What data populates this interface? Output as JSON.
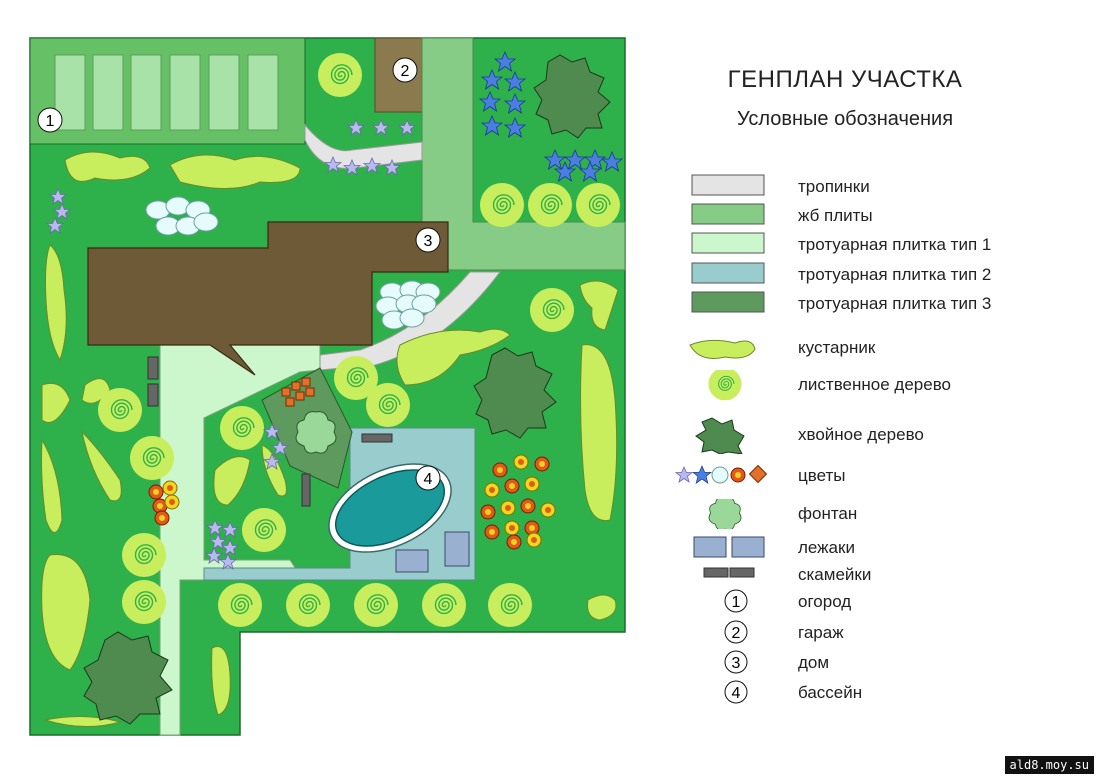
{
  "title": "ГЕНПЛАН УЧАСТКА",
  "subtitle": "Условные обозначения",
  "legend": [
    {
      "key": "paths",
      "label": "тропинки",
      "color": "#e4e4e4"
    },
    {
      "key": "slabs",
      "label": "жб плиты",
      "color": "#86cc86"
    },
    {
      "key": "tile1",
      "label": "тротуарная плитка тип 1",
      "color": "#ccf6cc"
    },
    {
      "key": "tile2",
      "label": "тротуарная плитка тип 2",
      "color": "#99cccc"
    },
    {
      "key": "tile3",
      "label": "тротуарная плитка тип 3",
      "color": "#5e9a5e"
    },
    {
      "key": "shrub",
      "label": "кустарник",
      "icon": "shrub-icon"
    },
    {
      "key": "deciduous",
      "label": "лиственное дерево",
      "icon": "deciduous-tree-icon"
    },
    {
      "key": "conifer",
      "label": "хвойное дерево",
      "icon": "conifer-tree-icon"
    },
    {
      "key": "flowers",
      "label": "цветы",
      "icon": "flowers-icon"
    },
    {
      "key": "fountain",
      "label": "фонтан",
      "icon": "fountain-icon"
    },
    {
      "key": "loungers",
      "label": "лежаки",
      "icon": "lounger-icon"
    },
    {
      "key": "benches",
      "label": "скамейки",
      "icon": "bench-icon"
    },
    {
      "key": "n1",
      "label": "огород",
      "number": "1"
    },
    {
      "key": "n2",
      "label": "гараж",
      "number": "2"
    },
    {
      "key": "n3",
      "label": "дом",
      "number": "3"
    },
    {
      "key": "n4",
      "label": "бассейн",
      "number": "4"
    }
  ],
  "map_numbers": [
    "1",
    "2",
    "3",
    "4"
  ],
  "watermark": "ald8.moy.su",
  "colors": {
    "lawn": "#2eb04a",
    "house": "#6e5a36",
    "garage": "#8a7a4e",
    "path": "#e4e4e4",
    "slab": "#86cc86",
    "tile1": "#ccf6cc",
    "tile2": "#99cccc",
    "pool": "#1a9a9a",
    "shrub": "#c8ee5e",
    "conifer": "#4f8a4f"
  }
}
